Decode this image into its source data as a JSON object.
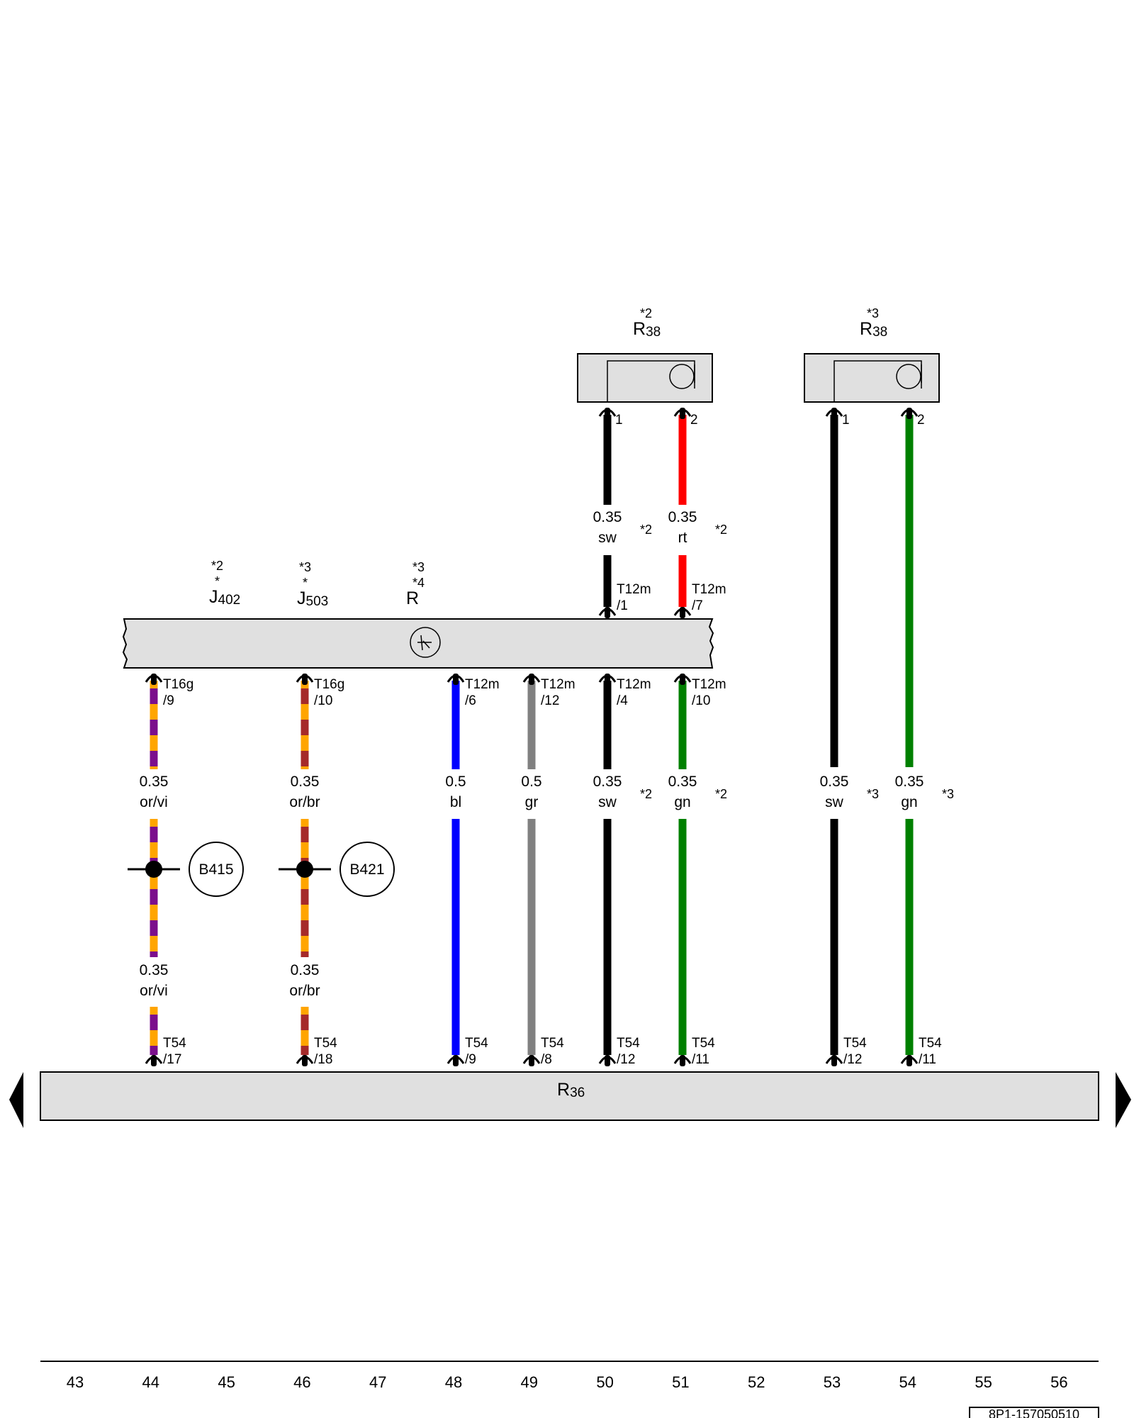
{
  "components": {
    "r38_a": {
      "sup": "*2",
      "letter": "R",
      "sub": "38",
      "pins": [
        "1",
        "2"
      ]
    },
    "r38_b": {
      "sup": "*3",
      "letter": "R",
      "sub": "38",
      "pins": [
        "1",
        "2"
      ]
    },
    "j402": {
      "sup1": "*2",
      "sup2": "*",
      "letter": "J",
      "sub": "402"
    },
    "j503": {
      "sup1": "*3",
      "sup2": "*",
      "letter": "J",
      "sub": "503"
    },
    "r": {
      "sup1": "*3",
      "sup2": "*4",
      "letter": "R"
    },
    "r36": {
      "letter": "R",
      "sub": "36"
    }
  },
  "wires": [
    {
      "id": "c44",
      "colors": [
        "#ffa500",
        "#7b0f8c"
      ],
      "top_conn": [
        "T16g",
        "/9"
      ],
      "mid_label": [
        "0.35",
        "or/vi"
      ],
      "low_label": [
        "0.35",
        "or/vi"
      ],
      "bottom_conn": [
        "T54",
        "/17"
      ],
      "splice": "B415"
    },
    {
      "id": "c46",
      "colors": [
        "#ffa500",
        "#a52a2a"
      ],
      "top_conn": [
        "T16g",
        "/10"
      ],
      "mid_label": [
        "0.35",
        "or/br"
      ],
      "low_label": [
        "0.35",
        "or/br"
      ],
      "bottom_conn": [
        "T54",
        "/18"
      ],
      "splice": "B421"
    },
    {
      "id": "c48",
      "colors": [
        "#0000ff"
      ],
      "top_conn": [
        "T12m",
        "/6"
      ],
      "mid_label": [
        "0.5",
        "bl"
      ],
      "bottom_conn": [
        "T54",
        "/9"
      ]
    },
    {
      "id": "c49",
      "colors": [
        "#808080"
      ],
      "top_conn": [
        "T12m",
        "/12"
      ],
      "mid_label": [
        "0.5",
        "gr"
      ],
      "bottom_conn": [
        "T54",
        "/8"
      ]
    },
    {
      "id": "c50",
      "colors": [
        "#000000"
      ],
      "upper_label": [
        "0.35",
        "sw"
      ],
      "upper_note": "*2",
      "upper_conn": [
        "T12m",
        "/1"
      ],
      "top_conn": [
        "T12m",
        "/4"
      ],
      "mid_label": [
        "0.35",
        "sw"
      ],
      "mid_note": "*2",
      "bottom_conn": [
        "T54",
        "/12"
      ]
    },
    {
      "id": "c51",
      "colors": [
        "#ff0000",
        "#008000"
      ],
      "upper_label": [
        "0.35",
        "rt"
      ],
      "upper_note": "*2",
      "upper_conn": [
        "T12m",
        "/7"
      ],
      "top_conn": [
        "T12m",
        "/10"
      ],
      "mid_label": [
        "0.35",
        "gn"
      ],
      "mid_note": "*2",
      "bottom_conn": [
        "T54",
        "/11"
      ]
    },
    {
      "id": "c53",
      "colors": [
        "#000000"
      ],
      "mid_label": [
        "0.35",
        "sw"
      ],
      "mid_note": "*3",
      "bottom_conn": [
        "T54",
        "/12"
      ]
    },
    {
      "id": "c54",
      "colors": [
        "#008000"
      ],
      "mid_label": [
        "0.35",
        "gn"
      ],
      "mid_note": "*3",
      "bottom_conn": [
        "T54",
        "/11"
      ]
    }
  ],
  "axis": [
    "43",
    "44",
    "45",
    "46",
    "47",
    "48",
    "49",
    "50",
    "51",
    "52",
    "53",
    "54",
    "55",
    "56"
  ],
  "drawing_code": "8P1-157050510"
}
